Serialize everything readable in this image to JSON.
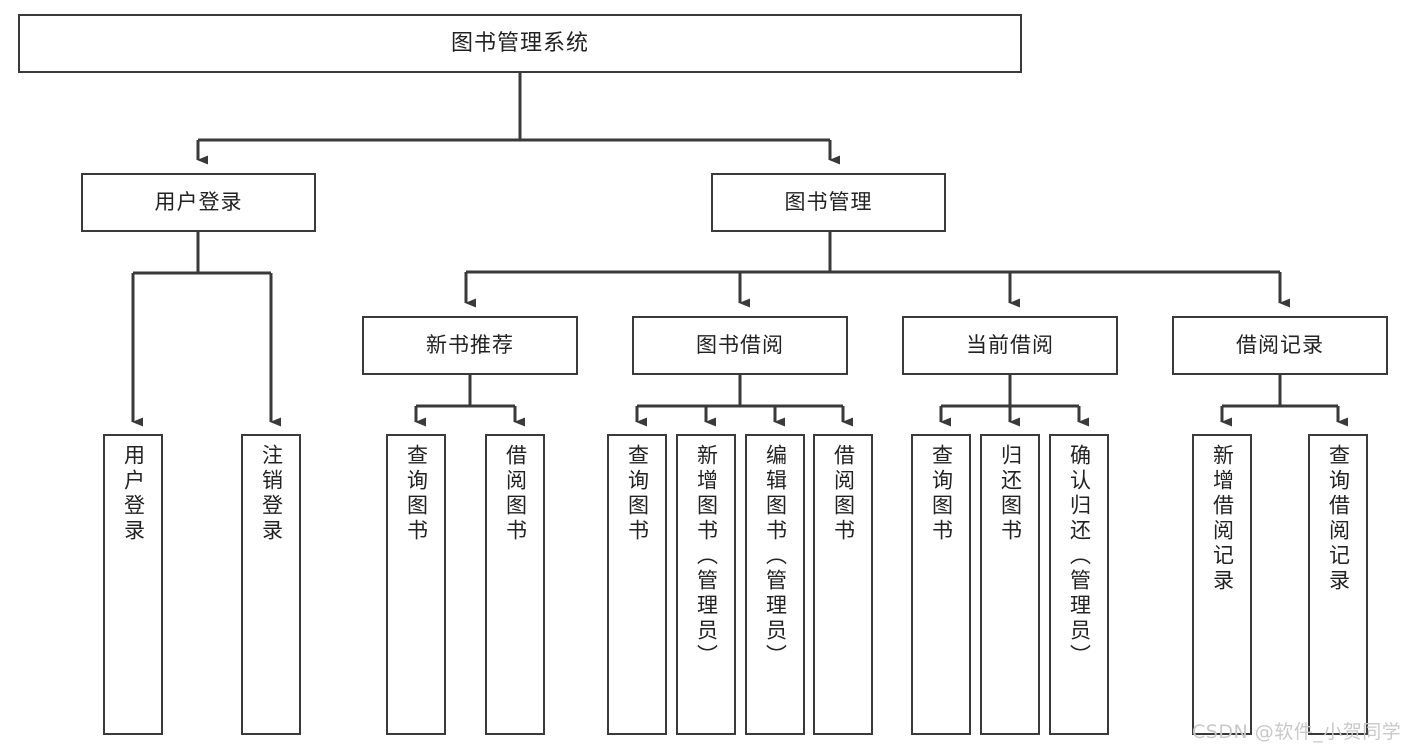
{
  "diagram": {
    "title": "图书管理系统",
    "type": "hierarchy-tree",
    "watermark": "CSDN @软件_小贺同学",
    "colors": {
      "background": "#ffffff",
      "box_border": "#3a3a3a",
      "connector": "#3a3a3a",
      "text": "#222222",
      "watermark": "#c9c9c9"
    }
  },
  "nodes": {
    "root": {
      "label": "图书管理系统",
      "level": 1
    },
    "level2": [
      {
        "id": "user-login",
        "label": "用户登录"
      },
      {
        "id": "book-manage",
        "label": "图书管理"
      }
    ],
    "level3": [
      {
        "id": "new-book-recommend",
        "label": "新书推荐"
      },
      {
        "id": "book-borrow",
        "label": "图书借阅"
      },
      {
        "id": "current-borrow",
        "label": "当前借阅"
      },
      {
        "id": "borrow-record",
        "label": "借阅记录"
      }
    ],
    "leaves": {
      "user-login": [
        {
          "id": "leaf-user-login",
          "label": "用户登录"
        },
        {
          "id": "leaf-logout",
          "label": "注销登录"
        }
      ],
      "new-book-recommend": [
        {
          "id": "leaf-query-book-1",
          "label": "查询图书"
        },
        {
          "id": "leaf-borrow-book-1",
          "label": "借阅图书"
        }
      ],
      "book-borrow": [
        {
          "id": "leaf-query-book-2",
          "label": "查询图书"
        },
        {
          "id": "leaf-add-book",
          "label": "新增图书（管理员）"
        },
        {
          "id": "leaf-edit-book",
          "label": "编辑图书（管理员）"
        },
        {
          "id": "leaf-borrow-book-2",
          "label": "借阅图书"
        }
      ],
      "current-borrow": [
        {
          "id": "leaf-query-book-3",
          "label": "查询图书"
        },
        {
          "id": "leaf-return-book",
          "label": "归还图书"
        },
        {
          "id": "leaf-confirm-return",
          "label": "确认归还（管理员）"
        }
      ],
      "borrow-record": [
        {
          "id": "leaf-add-record",
          "label": "新增借阅记录"
        },
        {
          "id": "leaf-query-record",
          "label": "查询借阅记录"
        }
      ]
    }
  }
}
